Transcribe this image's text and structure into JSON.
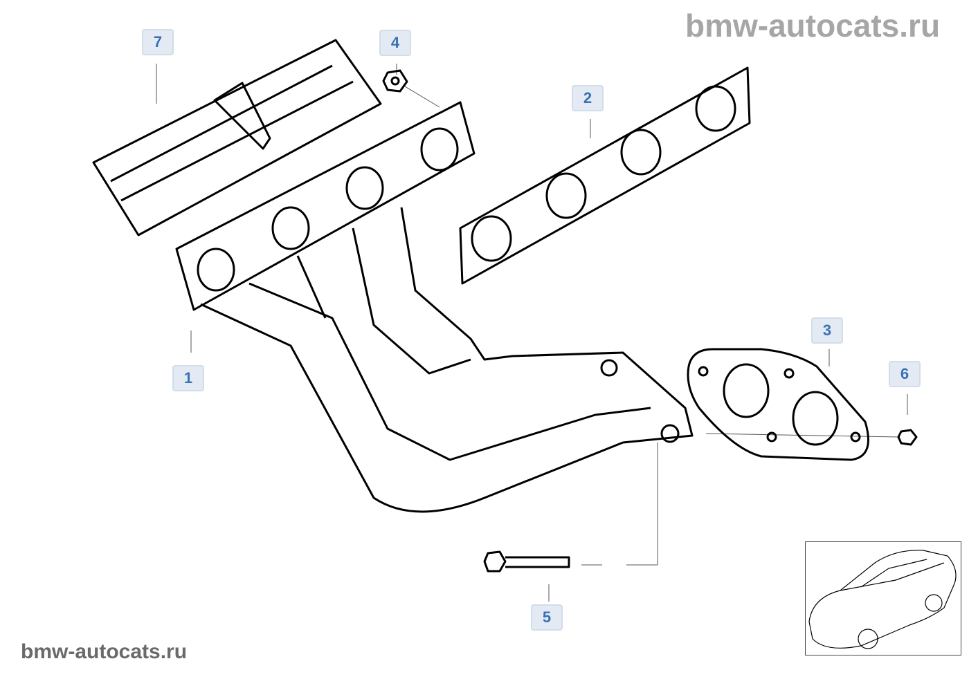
{
  "watermark_top": "bmw-autocats.ru",
  "watermark_bottom": "bmw-autocats.ru",
  "callouts": [
    "7",
    "4",
    "2",
    "1",
    "3",
    "6",
    "5"
  ]
}
